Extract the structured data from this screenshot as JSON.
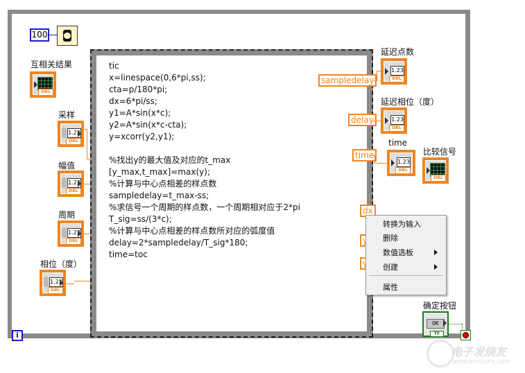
{
  "loop": {
    "iteration_terminal": "i",
    "wait_ms_constant": "100",
    "wait_icon": "wristwatch-icon"
  },
  "controls": [
    {
      "id": "sample",
      "label": "采样",
      "value": "1.23",
      "type": "DBL",
      "terminal": "ss"
    },
    {
      "id": "amplitude",
      "label": "幅值",
      "value": "1.23",
      "type": "DBL",
      "terminal": "A"
    },
    {
      "id": "period",
      "label": "周期",
      "value": "1.23",
      "type": "DBL",
      "terminal": "c"
    },
    {
      "id": "phase",
      "label": "相位（度）",
      "value": "1.23",
      "type": "DBL",
      "terminal": "p"
    }
  ],
  "indicators": [
    {
      "id": "xcorr_graph",
      "label": "互相关结果",
      "type": "DBL"
    },
    {
      "id": "delay_samples",
      "label": "延迟点数",
      "value": "1.23",
      "type": "DBL",
      "terminal": "sampledelay"
    },
    {
      "id": "delay_phase",
      "label": "延迟相位（度）",
      "value": "1.23",
      "type": "DBL",
      "terminal": "delay"
    },
    {
      "id": "time",
      "label": "time",
      "value": "1.23",
      "type": "DBL",
      "terminal": "time"
    },
    {
      "id": "compare_graph",
      "label": "比较信号",
      "type": "DBL"
    }
  ],
  "partial_output_terminals": [
    "dx",
    "y",
    "y"
  ],
  "script_lines": [
    "tic",
    "x=linespace(0,6*pi,ss);",
    "cta=p/180*pi;",
    "dx=6*pi/ss;",
    "y1=A*sin(x*c);",
    "y2=A*sin(x*c-cta);",
    "y=xcorr(y2,y1);",
    "",
    "%找出y的最大值及对应的t_max",
    "[y_max,t_max]=max(y);",
    "%计算与中心点相差的样点数",
    "sampledelay=t_max-ss;",
    "%求信号一个周期的样点数，一个周期相对应于2*pi",
    "T_sig=ss/(3*c);",
    "%计算与中心点相差的样点数所对应的弧度值",
    "delay=2*sampledelay/T_sig*180;",
    "time=toc"
  ],
  "context_menu": {
    "items": [
      {
        "label": "转换为输入",
        "submenu": false
      },
      {
        "label": "删除",
        "submenu": false
      },
      {
        "label": "数值选板",
        "submenu": true
      },
      {
        "label": "创建",
        "submenu": true
      },
      {
        "label": "属性",
        "submenu": false
      }
    ]
  },
  "stop_button": {
    "label": "确定按钮",
    "button_text": "OK",
    "type": "TF"
  },
  "watermark": {
    "title": "电子发烧友",
    "url": "www.elecfans.com"
  },
  "colors": {
    "dbl_wire": "#ef8521",
    "bool_wire": "#1b7a1b",
    "frame": "#8a8a8a",
    "numeric_const_border": "#1a1ad0"
  }
}
